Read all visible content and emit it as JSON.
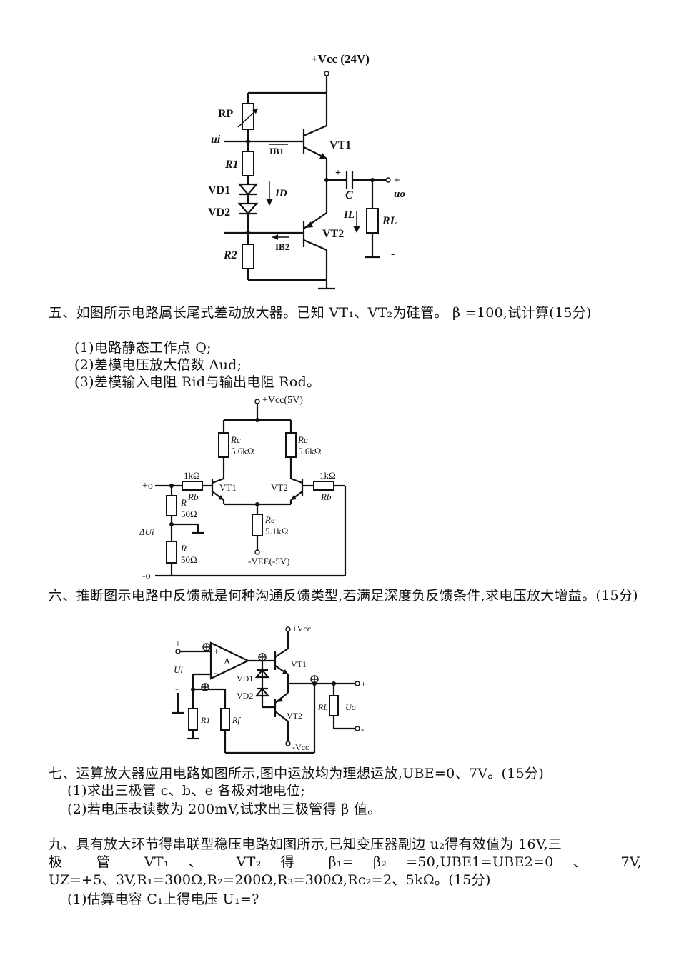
{
  "figure1": {
    "vcc": "+Vcc (24V)",
    "rp": "RP",
    "ui": "ui",
    "ib1": "IB1",
    "vt1": "VT1",
    "r1": "R1",
    "vd1": "VD1",
    "vd2": "VD2",
    "id": "ID",
    "c": "C",
    "plus": "+",
    "uo": "uo",
    "il": "IL",
    "rl": "RL",
    "vt2": "VT2",
    "ib2": "IB2",
    "r2": "R2",
    "minus": "-"
  },
  "q5": {
    "stem": "五、如图所示电路属长尾式差动放大器。已知 VT₁、VT₂为硅管。 β =100,试计算(15分)",
    "items": [
      "(1)电路静态工作点 Q;",
      "(2)差模电压放大倍数 Aud;",
      "(3)差模输入电阻 Rid与输出电阻 Rod。"
    ]
  },
  "figure2": {
    "vcc": "+Vcc(5V)",
    "rc_left": "Rc",
    "rc_left_val": "5.6kΩ",
    "rc_right": "Rc",
    "rc_right_val": "5.6kΩ",
    "rb_left_val": "1kΩ",
    "rb_left": "Rb",
    "rb_right_val": "1kΩ",
    "rb_right": "Rb",
    "vt1": "VT1",
    "vt2": "VT2",
    "r_top": "R",
    "r_top_val": "50Ω",
    "r_bot": "R",
    "r_bot_val": "50Ω",
    "delta_u": "ΔUi",
    "re": "Re",
    "re_val": "5.1kΩ",
    "vee": "-VEE(-5V)",
    "plus": "+o",
    "minus": "-o"
  },
  "q6": {
    "stem": "六、推断图示电路中反馈就是何种沟通反馈类型,若满足深度负反馈条件,求电压放大增益。(15分)"
  },
  "figure3": {
    "vcc": "+Vcc",
    "vee": "-Vcc",
    "a": "A",
    "vd1": "VD1",
    "vd2": "VD2",
    "vt1": "VT1",
    "vt2": "VT2",
    "ui": "Ui",
    "r1": "R1",
    "rf": "Rf",
    "rl": "RL",
    "uo": "Uo"
  },
  "q7": {
    "stem": "七、运算放大器应用电路如图所示,图中运放均为理想运放,UBE=0、7V。(15分)",
    "items": [
      "(1)求出三极管 c、b、e 各极对地电位;",
      "(2)若电压表读数为 200mV,试求出三极管得 β 值。"
    ]
  },
  "q9": {
    "line1": "九、具有放大环节得串联型稳压电路如图所示,已知变压器副边 u₂得有效值为 16V,三",
    "line2": "极 管 VT₁ 、 VT₂ 得 β₁= β₂ =50,UBE1=UBE2=0 、 7V,",
    "line3": "UZ=+5、3V,R₁=300Ω,R₂=200Ω,R₃=300Ω,Rc₂=2、5kΩ。(15分)",
    "items": [
      "(1)估算电容 C₁上得电压 U₁=?"
    ]
  }
}
